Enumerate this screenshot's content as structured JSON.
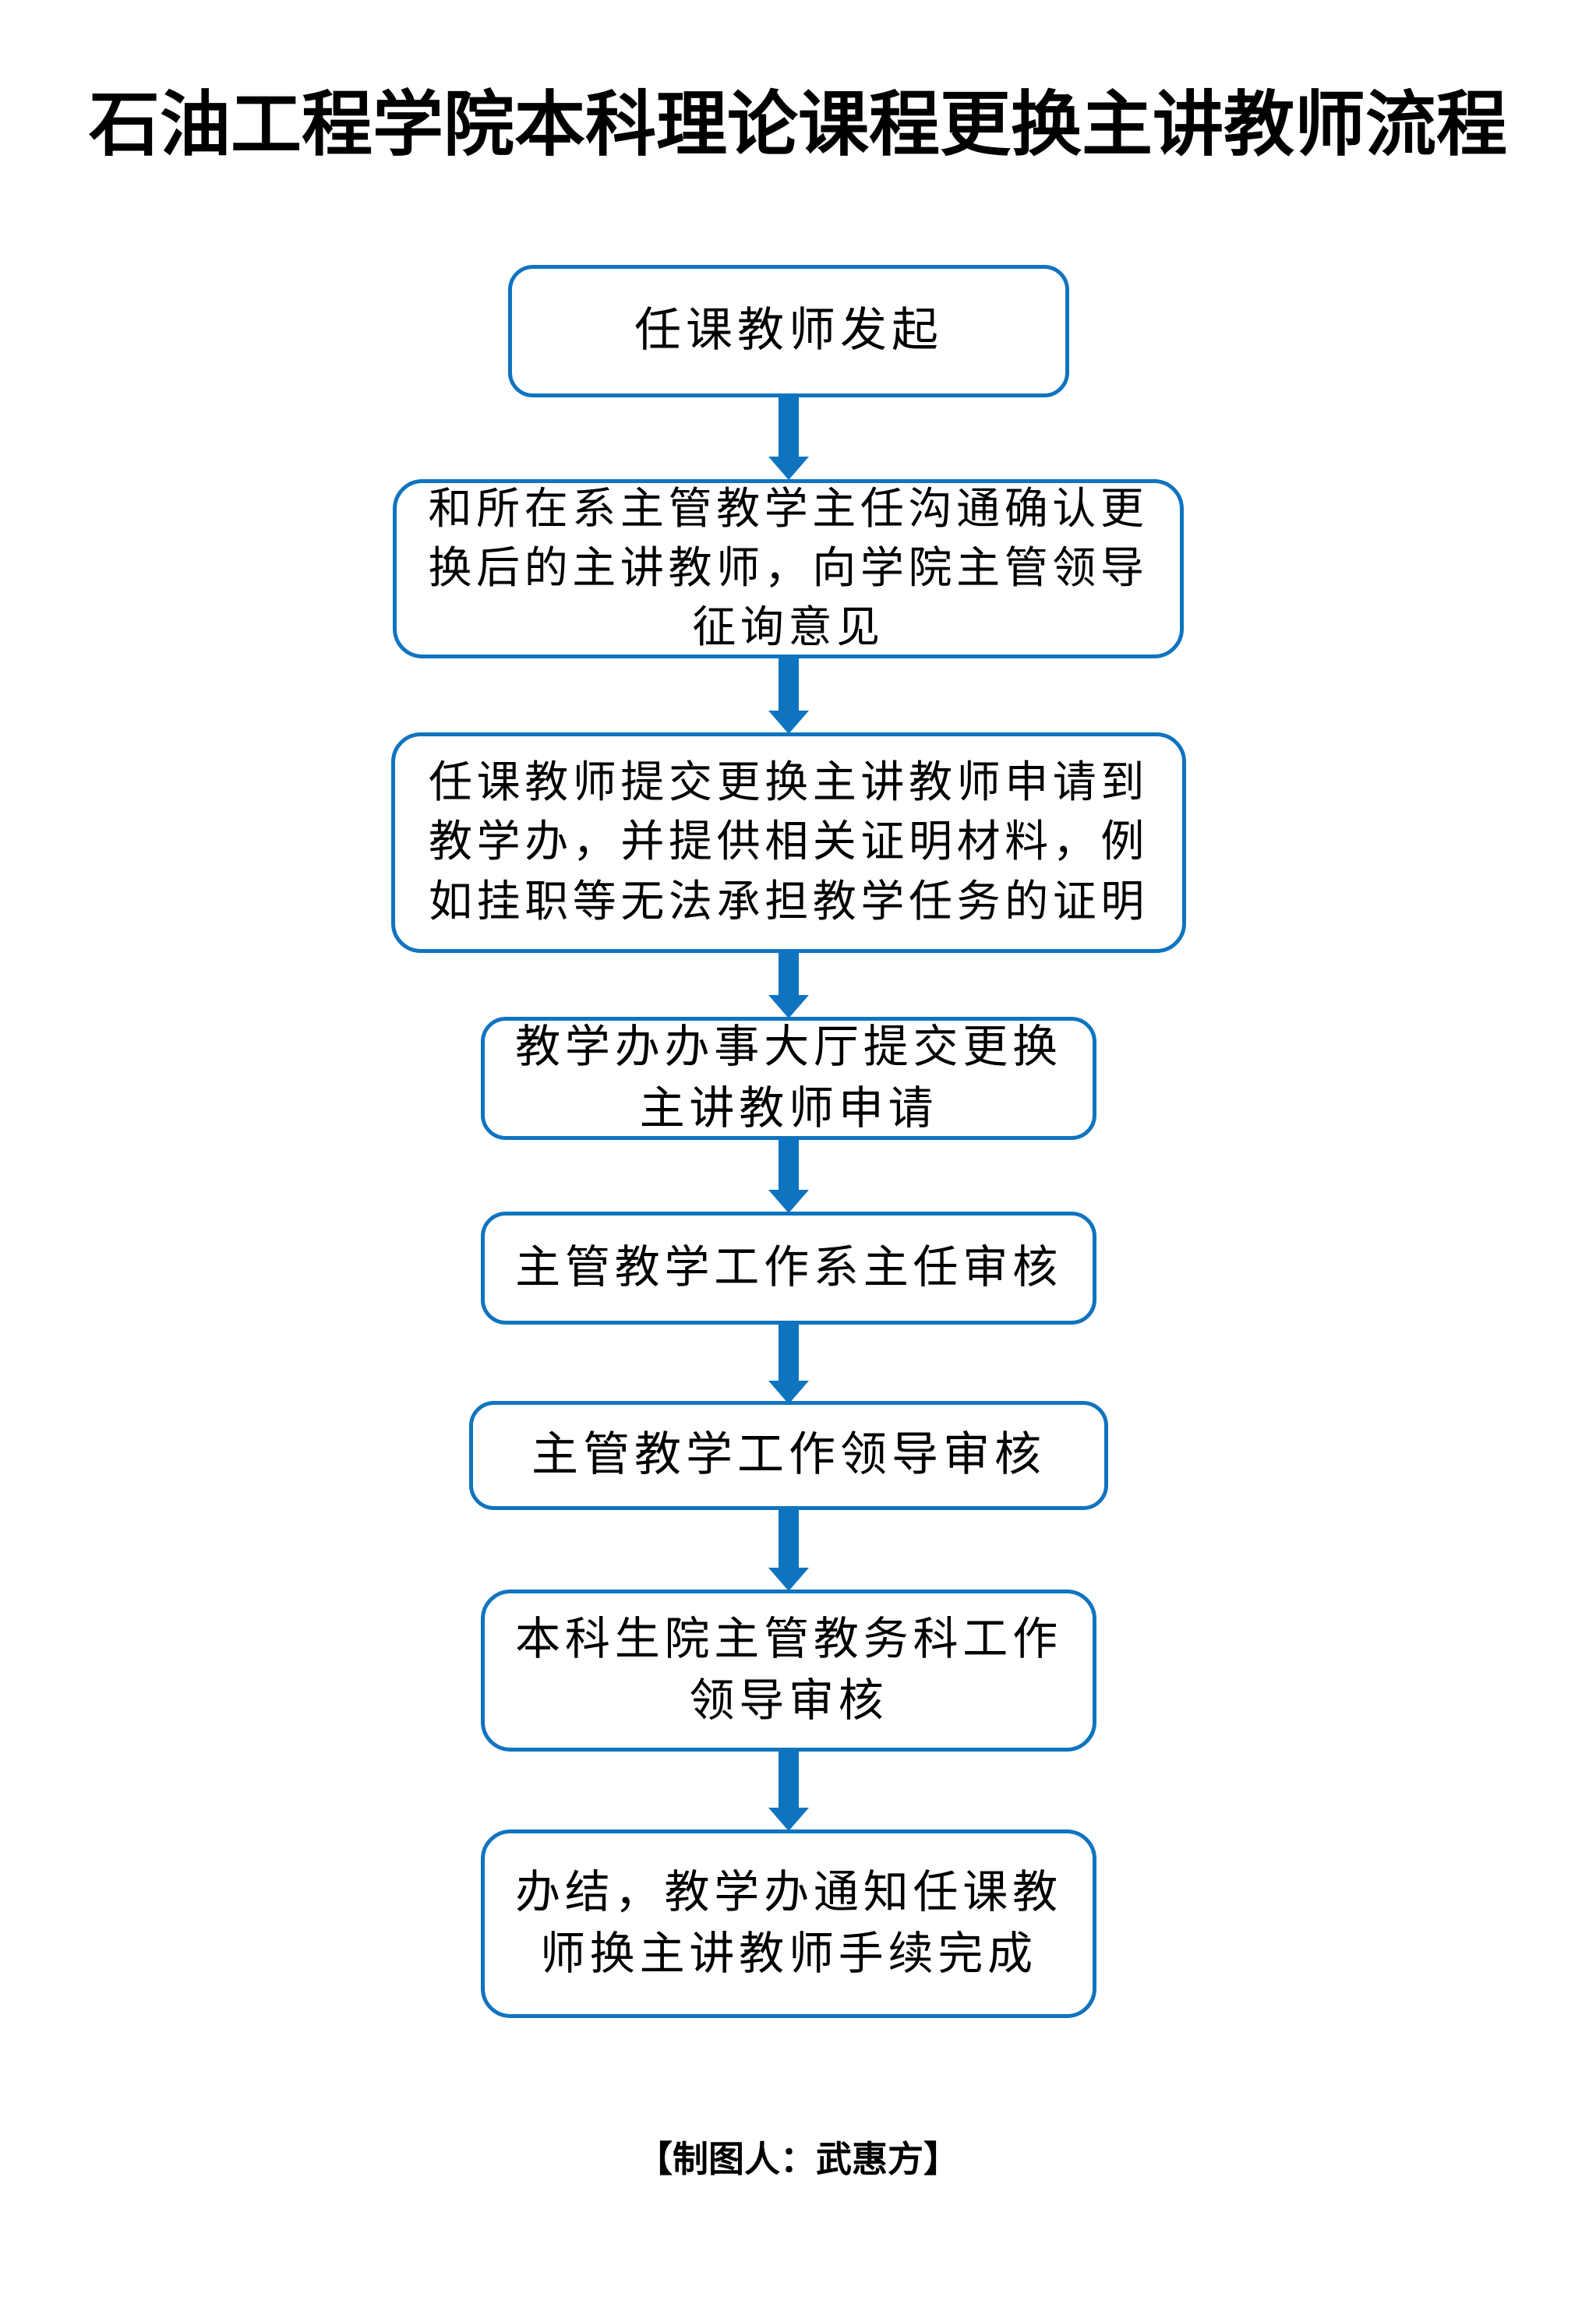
{
  "page": {
    "title": "石油工程学院本科理论课程更换主讲教师流程",
    "footer_credit": "【制图人：武惠方】",
    "background_color": "#ffffff",
    "text_color": "#000000"
  },
  "flowchart": {
    "type": "vertical-flow",
    "accent_color": "#0F74C0",
    "node_fill": "#ffffff",
    "node_border_color": "#0F74C0",
    "arrow_color": "#0F74C0",
    "steps": [
      {
        "text": "任课教师发起"
      },
      {
        "text": "和所在系主管教学主任沟通确认更\n换后的主讲教师，向学院主管领导\n征询意见"
      },
      {
        "text": "任课教师提交更换主讲教师申请到\n教学办，并提供相关证明材料，例\n如挂职等无法承担教学任务的证明"
      },
      {
        "text": "教学办办事大厅提交更换\n主讲教师申请"
      },
      {
        "text": "主管教学工作系主任审核"
      },
      {
        "text": "主管教学工作领导审核"
      },
      {
        "text": "本科生院主管教务科工作\n领导审核"
      },
      {
        "text": "办结，教学办通知任课教\n师换主讲教师手续完成"
      }
    ]
  }
}
